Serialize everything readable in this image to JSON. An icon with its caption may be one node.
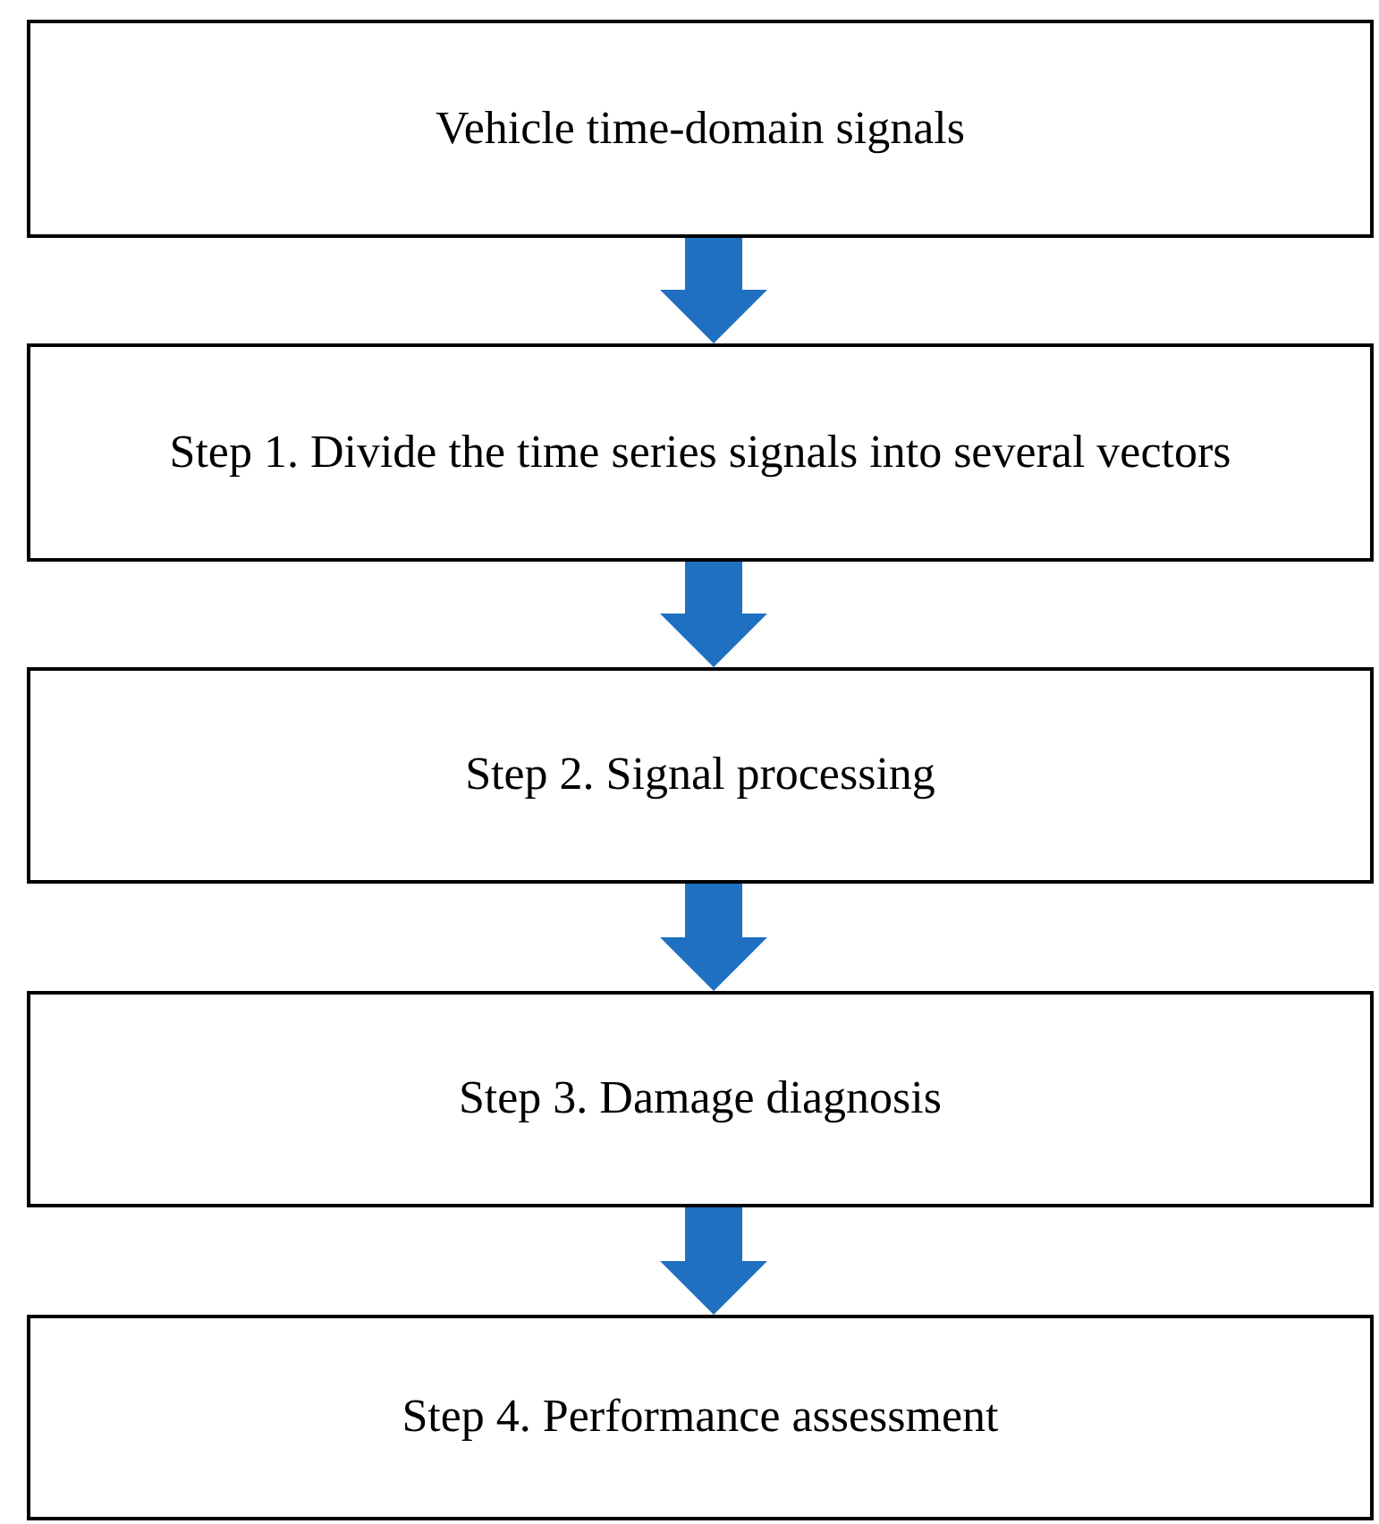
{
  "diagram": {
    "nodes": [
      {
        "text": [
          "Vehicle time-domain signals"
        ]
      },
      {
        "text": [
          "Step 1. Divide the time series signals into several vectors"
        ]
      },
      {
        "text": [
          "Step 2. Signal processing"
        ]
      },
      {
        "text": [
          "Step 3. Damage diagnosis"
        ]
      },
      {
        "text": [
          "Step 4. Performance assessment"
        ]
      }
    ],
    "edges": [
      {
        "from": 0,
        "to": 1,
        "arrow": "to"
      },
      {
        "from": 1,
        "to": 2,
        "arrow": "to"
      },
      {
        "from": 2,
        "to": 3,
        "arrow": "to"
      },
      {
        "from": 3,
        "to": 4,
        "arrow": "to"
      }
    ]
  }
}
